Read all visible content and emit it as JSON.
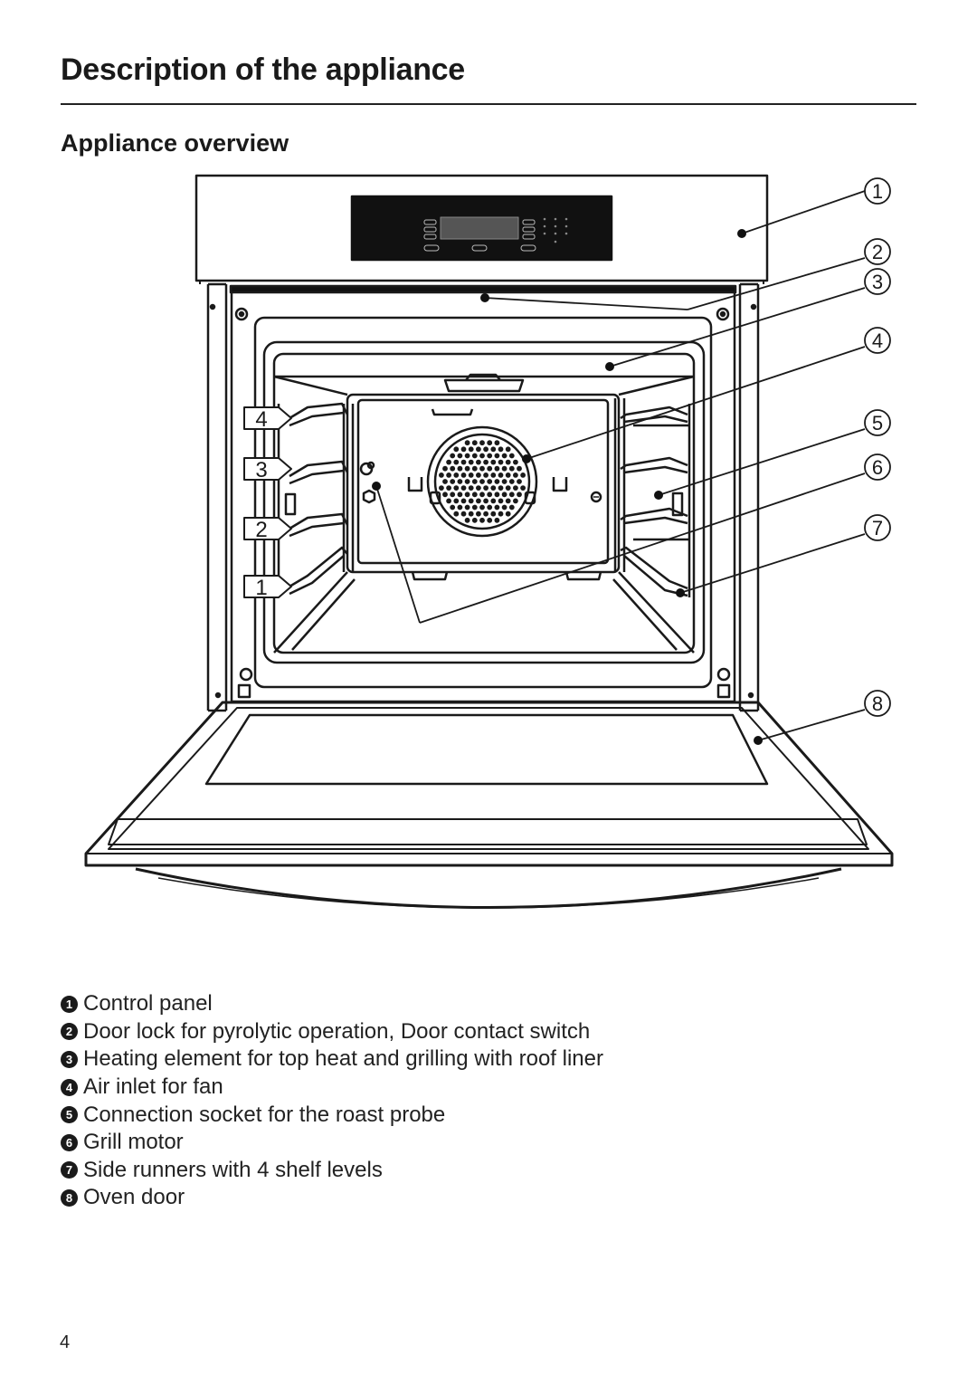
{
  "header": {
    "title": "Description of the appliance"
  },
  "section": {
    "title": "Appliance overview"
  },
  "diagram": {
    "callouts": [
      "1",
      "2",
      "3",
      "4",
      "5",
      "6",
      "7",
      "8"
    ],
    "shelf_levels": [
      "4",
      "3",
      "2",
      "1"
    ]
  },
  "legend": [
    {
      "num": "1",
      "text": "Control panel"
    },
    {
      "num": "2",
      "text": "Door lock for pyrolytic operation, Door contact switch"
    },
    {
      "num": "3",
      "text": "Heating element for top heat and grilling with roof liner"
    },
    {
      "num": "4",
      "text": "Air inlet for fan"
    },
    {
      "num": "5",
      "text": "Connection socket for the roast probe"
    },
    {
      "num": "6",
      "text": "Grill motor"
    },
    {
      "num": "7",
      "text": "Side runners with 4 shelf levels"
    },
    {
      "num": "8",
      "text": "Oven door"
    }
  ],
  "footer": {
    "page_number": "4"
  }
}
